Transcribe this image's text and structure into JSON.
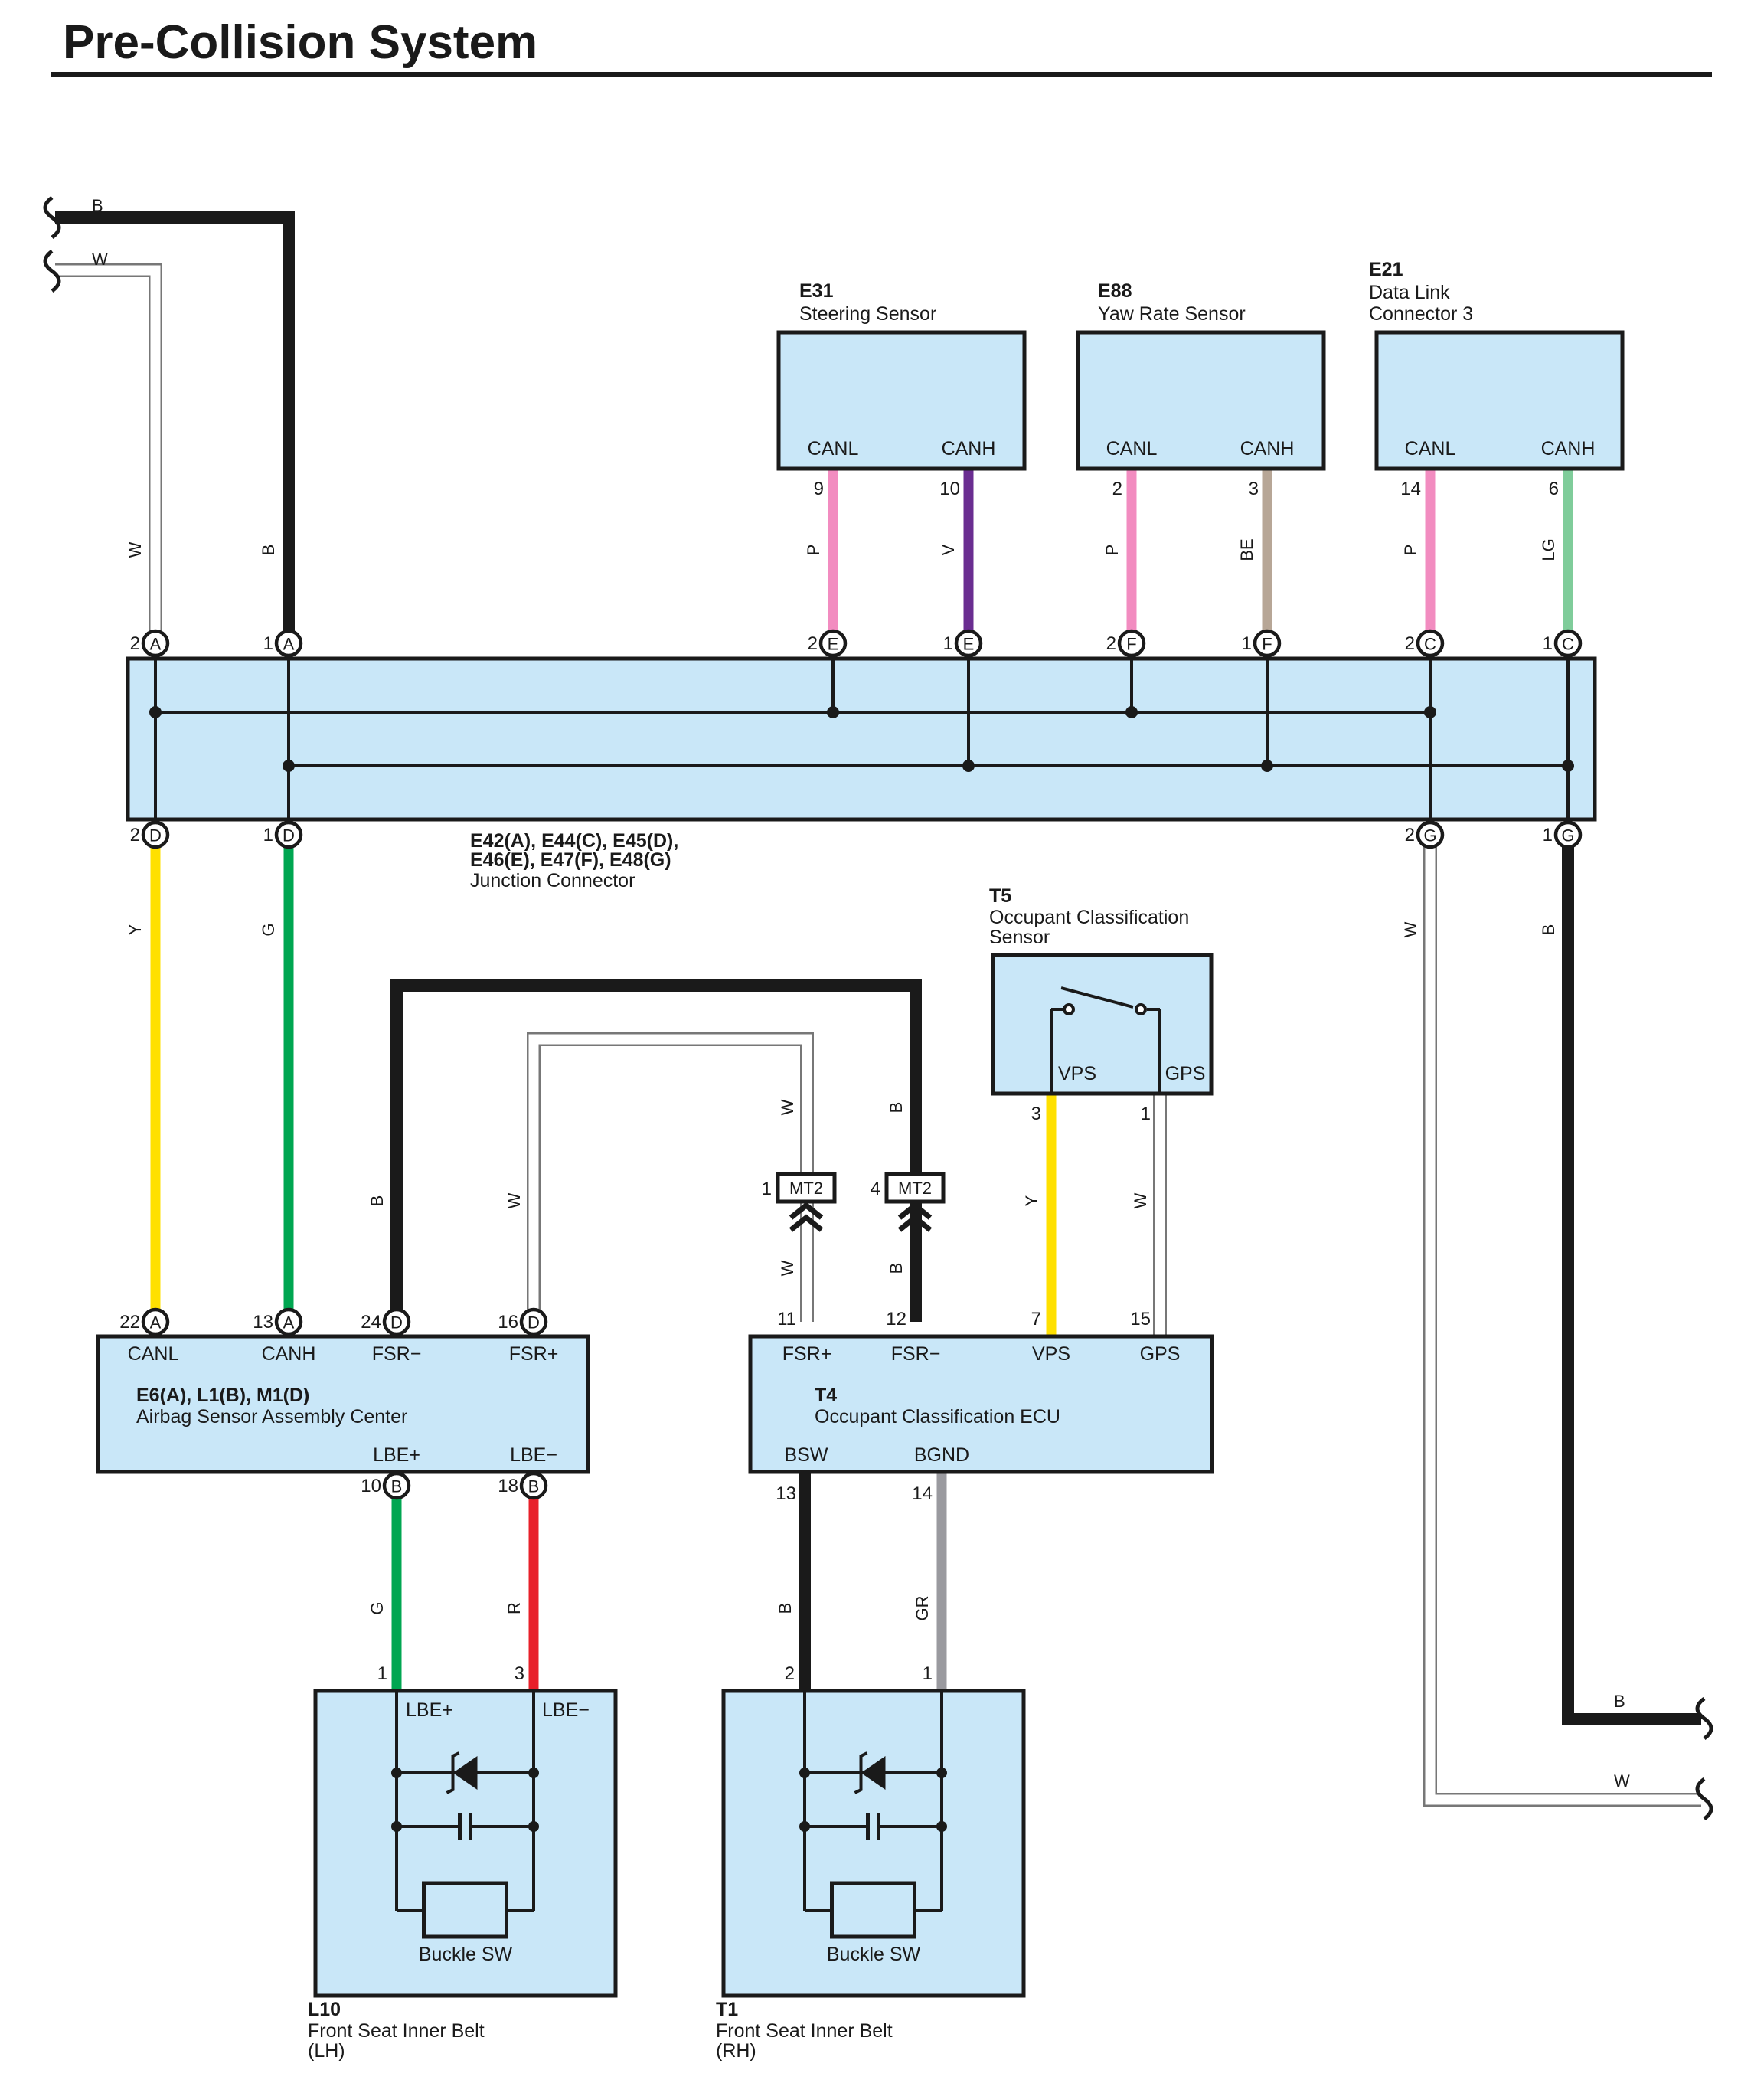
{
  "title": "Pre-Collision System",
  "colors": {
    "B": "#1a1a1a",
    "W": "#ffffff",
    "P": "#f28cc0",
    "V": "#6a2d91",
    "BE": "#b7a696",
    "LG": "#7fcc9a",
    "Y": "#ffe000",
    "G": "#00a651",
    "R": "#e8202a",
    "GR": "#9a9a9f",
    "box_fill": "#c9e7f8"
  },
  "components": {
    "e31": {
      "code": "E31",
      "name": "Steering Sensor",
      "canl": "CANL",
      "canh": "CANH",
      "pin_canl": "9",
      "pin_canh": "10"
    },
    "e88": {
      "code": "E88",
      "name": "Yaw Rate Sensor",
      "canl": "CANL",
      "canh": "CANH",
      "pin_canl": "2",
      "pin_canh": "3"
    },
    "e21": {
      "code": "E21",
      "name_line1": "Data Link",
      "name_line2": "Connector 3",
      "canl": "CANL",
      "canh": "CANH",
      "pin_canl": "14",
      "pin_canh": "6"
    },
    "junction": {
      "code_line1": "E42(A), E44(C), E45(D),",
      "code_line2": "E46(E), E47(F), E48(G)",
      "name": "Junction Connector",
      "top_pins": [
        {
          "num": "2",
          "letter": "A"
        },
        {
          "num": "1",
          "letter": "A"
        },
        {
          "num": "2",
          "letter": "E"
        },
        {
          "num": "1",
          "letter": "E"
        },
        {
          "num": "2",
          "letter": "F"
        },
        {
          "num": "1",
          "letter": "F"
        },
        {
          "num": "2",
          "letter": "C"
        },
        {
          "num": "1",
          "letter": "C"
        }
      ],
      "bottom_pins": [
        {
          "num": "2",
          "letter": "D"
        },
        {
          "num": "1",
          "letter": "D"
        },
        {
          "num": "2",
          "letter": "G"
        },
        {
          "num": "1",
          "letter": "G"
        }
      ]
    },
    "t5": {
      "code": "T5",
      "name_line1": "Occupant Classification",
      "name_line2": "Sensor",
      "vps": "VPS",
      "gps": "GPS",
      "pin_vps": "3",
      "pin_gps": "1"
    },
    "airbag": {
      "code": "E6(A), L1(B), M1(D)",
      "name": "Airbag Sensor Assembly Center",
      "top": [
        {
          "num": "22",
          "letter": "A",
          "label": "CANL"
        },
        {
          "num": "13",
          "letter": "A",
          "label": "CANH"
        },
        {
          "num": "24",
          "letter": "D",
          "label": "FSR−"
        },
        {
          "num": "16",
          "letter": "D",
          "label": "FSR+"
        }
      ],
      "bottom": [
        {
          "num": "10",
          "letter": "B",
          "label": "LBE+"
        },
        {
          "num": "18",
          "letter": "B",
          "label": "LBE−"
        }
      ]
    },
    "t4": {
      "code": "T4",
      "name": "Occupant Classification ECU",
      "top": [
        {
          "num": "11",
          "label": "FSR+"
        },
        {
          "num": "12",
          "label": "FSR−"
        },
        {
          "num": "7",
          "label": "VPS"
        },
        {
          "num": "15",
          "label": "GPS"
        }
      ],
      "bottom": [
        {
          "num": "13",
          "label": "BSW"
        },
        {
          "num": "14",
          "label": "BGND"
        }
      ]
    },
    "mt2": [
      {
        "num": "1",
        "label": "MT2"
      },
      {
        "num": "4",
        "label": "MT2"
      }
    ],
    "l10": {
      "code": "L10",
      "name": "Front Seat Inner Belt",
      "side": "(LH)",
      "lbe_plus": "LBE+",
      "lbe_minus": "LBE−",
      "pin_plus": "1",
      "pin_minus": "3",
      "switch": "Buckle SW"
    },
    "t1": {
      "code": "T1",
      "name": "Front Seat Inner Belt",
      "side": "(RH)",
      "pin_plus": "2",
      "pin_minus": "1",
      "switch": "Buckle SW"
    }
  },
  "wire_labels": {
    "top_b": "B",
    "top_w": "W",
    "jA2": "W",
    "jA1": "B",
    "e31_canl": "P",
    "e31_canh": "V",
    "e88_canl": "P",
    "e88_canh": "BE",
    "e21_canl": "P",
    "e21_canh": "LG",
    "jD2": "Y",
    "jD1": "G",
    "jG2": "W",
    "jG1": "B",
    "fsr_minus_left": "B",
    "fsr_plus_left": "W",
    "mt2_1_upper": "W",
    "mt2_4_upper": "B",
    "mt2_1_lower": "W",
    "mt2_4_lower": "B",
    "t5_vps": "Y",
    "t5_gps": "W",
    "lbe_plus": "G",
    "lbe_minus": "R",
    "bsw": "B",
    "bgnd": "GR",
    "out_b": "B",
    "out_w": "W"
  }
}
